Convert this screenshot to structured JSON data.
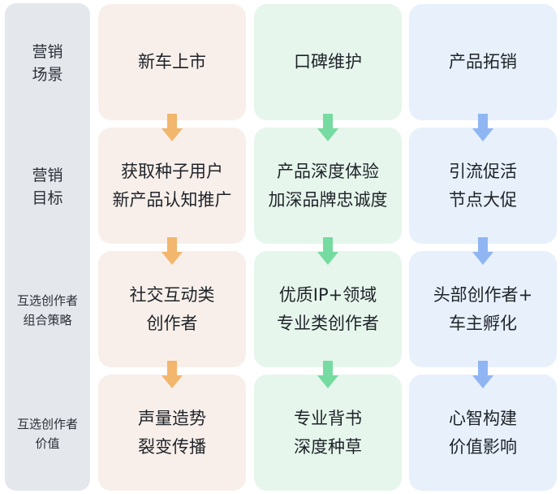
{
  "colors": {
    "sidebar_bg": "#e4e7ec",
    "col_bgs": [
      "#f8efea",
      "#e6f6ec",
      "#e7f0fb"
    ],
    "arrow_colors": [
      "#f2b66c",
      "#76dba0",
      "#8fb6f3"
    ]
  },
  "rows": [
    {
      "label": [
        "营销",
        "场景"
      ],
      "cells": [
        [
          "新车上市"
        ],
        [
          "口碑维护"
        ],
        [
          "产品拓销"
        ]
      ]
    },
    {
      "label": [
        "营销",
        "目标"
      ],
      "cells": [
        [
          "获取种子用户",
          "新产品认知推广"
        ],
        [
          "产品深度体验",
          "加深品牌忠诚度"
        ],
        [
          "引流促活",
          "节点大促"
        ]
      ]
    },
    {
      "label": [
        "互选创作者",
        "组合策略"
      ],
      "cells": [
        [
          "社交互动类",
          "创作者"
        ],
        [
          "优质IP+领域",
          "专业类创作者"
        ],
        [
          "头部创作者+",
          "车主孵化"
        ]
      ]
    },
    {
      "label": [
        "互选创作者",
        "价值"
      ],
      "cells": [
        [
          "声量造势",
          "裂变传播"
        ],
        [
          "专业背书",
          "深度种草"
        ],
        [
          "心智构建",
          "价值影响"
        ]
      ]
    }
  ],
  "arrow_icon": "down-arrow-icon"
}
